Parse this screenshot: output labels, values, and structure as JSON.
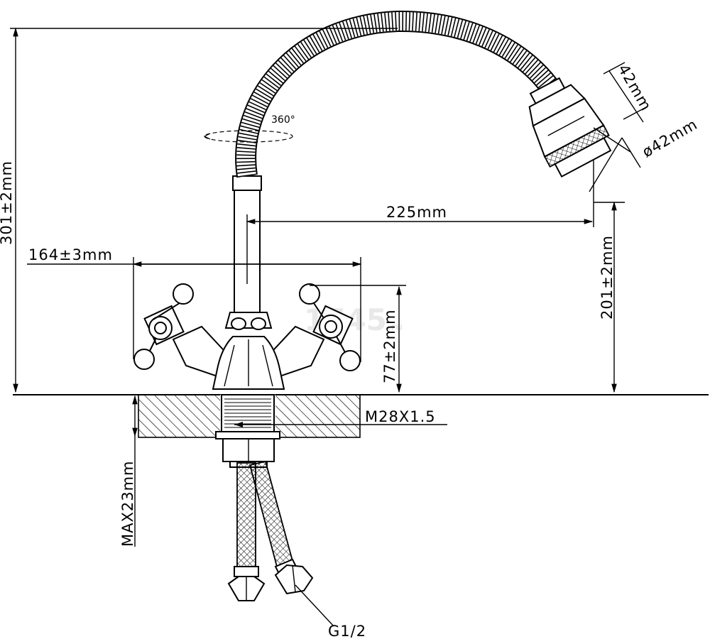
{
  "diagram": {
    "rotation_label": "360°",
    "dimensions": {
      "total_height": "301±2mm",
      "spout_reach": "225mm",
      "handle_span": "164±3mm",
      "handle_height": "77±2mm",
      "outlet_height": "201±2mm",
      "head_height": "42mm",
      "head_diameter": "ø42mm",
      "thread": "M28X1.5",
      "max_counter": "MAX23mm",
      "hose_thread": "G1/2"
    },
    "watermark": {
      "main": "1745",
      "suffix": ".ru"
    }
  }
}
